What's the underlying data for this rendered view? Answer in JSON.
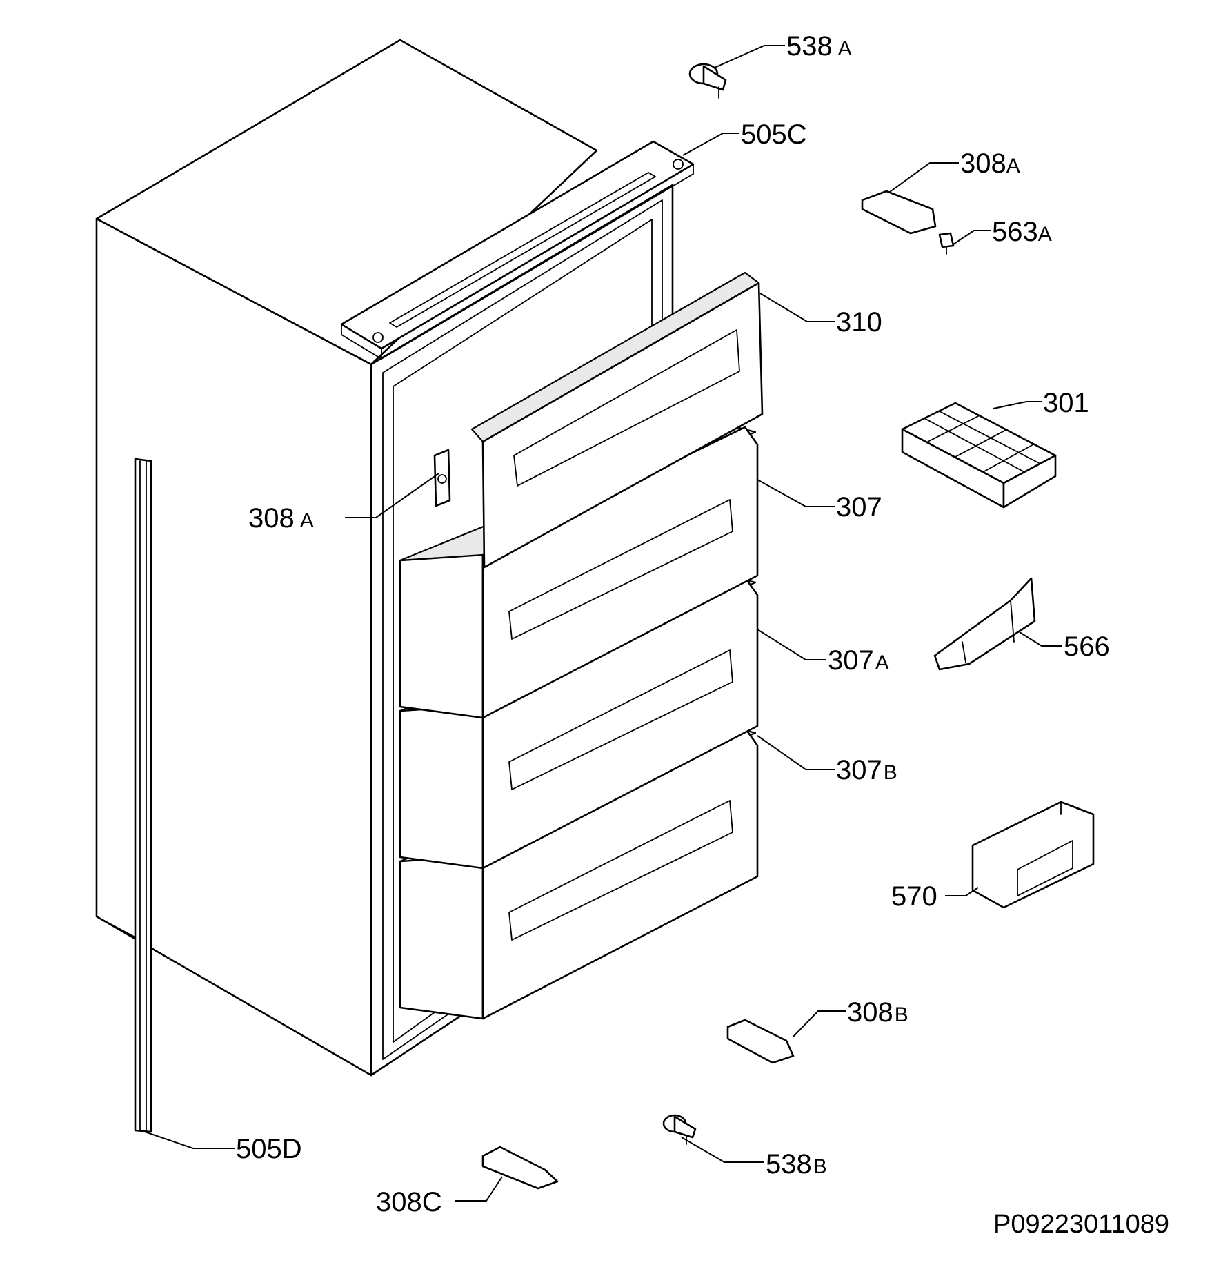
{
  "labels": {
    "l538a": {
      "num": "538",
      "suffix": "A"
    },
    "l505c": {
      "num": "505C",
      "suffix": ""
    },
    "l308a_top": {
      "num": "308",
      "suffix": "A"
    },
    "l563a": {
      "num": "563",
      "suffix": "A"
    },
    "l310": {
      "num": "310",
      "suffix": ""
    },
    "l301": {
      "num": "301",
      "suffix": ""
    },
    "l307": {
      "num": "307",
      "suffix": ""
    },
    "l308a_left": {
      "num": "308",
      "suffix": "A"
    },
    "l566": {
      "num": "566",
      "suffix": ""
    },
    "l307a": {
      "num": "307",
      "suffix": "A"
    },
    "l307b": {
      "num": "307",
      "suffix": "B"
    },
    "l570": {
      "num": "570",
      "suffix": ""
    },
    "l308b": {
      "num": "308",
      "suffix": "B"
    },
    "l505d": {
      "num": "505D",
      "suffix": ""
    },
    "l538b": {
      "num": "538",
      "suffix": "B"
    },
    "l308c": {
      "num": "308C",
      "suffix": ""
    }
  },
  "drawing_code": "P09223011089"
}
